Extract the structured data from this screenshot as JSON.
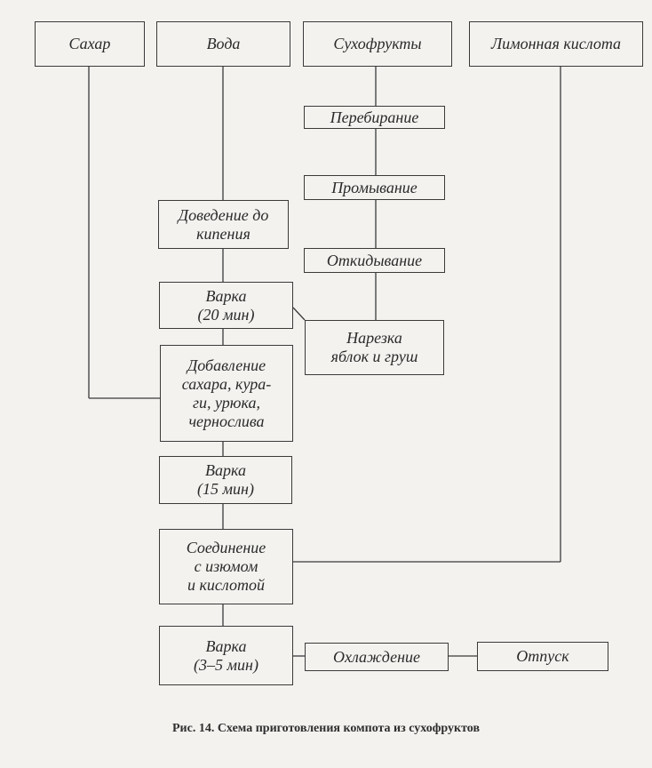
{
  "diagram": {
    "nodes": {
      "sugar": "Сахар",
      "water": "Вода",
      "dried_fruits": "Сухофрукты",
      "citric_acid": "Лимонная кислота",
      "sorting": "Перебирание",
      "washing": "Промывание",
      "draining": "Откидывание",
      "bringing_to_boil": "Доведение до\nкипения",
      "boiling_20": "Варка\n(20 мин)",
      "cutting": "Нарезка\nяблок и груш",
      "adding_sugar": "Добавление\nсахара, кура-\nги, урюка,\nчернослива",
      "boiling_15": "Варка\n(15 мин)",
      "combining": "Соединение\nс изюмом\nи кислотой",
      "boiling_3_5": "Варка\n(3–5 мин)",
      "cooling": "Охлаждение",
      "serving": "Отпуск"
    },
    "edges": [
      [
        "dried_fruits",
        "sorting"
      ],
      [
        "sorting",
        "washing"
      ],
      [
        "washing",
        "draining"
      ],
      [
        "draining",
        "cutting"
      ],
      [
        "water",
        "bringing_to_boil"
      ],
      [
        "bringing_to_boil",
        "boiling_20"
      ],
      [
        "cutting",
        "boiling_20"
      ],
      [
        "boiling_20",
        "adding_sugar"
      ],
      [
        "sugar",
        "adding_sugar"
      ],
      [
        "adding_sugar",
        "boiling_15"
      ],
      [
        "boiling_15",
        "combining"
      ],
      [
        "citric_acid",
        "combining"
      ],
      [
        "combining",
        "boiling_3_5"
      ],
      [
        "boiling_3_5",
        "cooling"
      ],
      [
        "cooling",
        "serving"
      ]
    ]
  },
  "caption": "Рис. 14. Схема приготовления компота из сухофруктов"
}
